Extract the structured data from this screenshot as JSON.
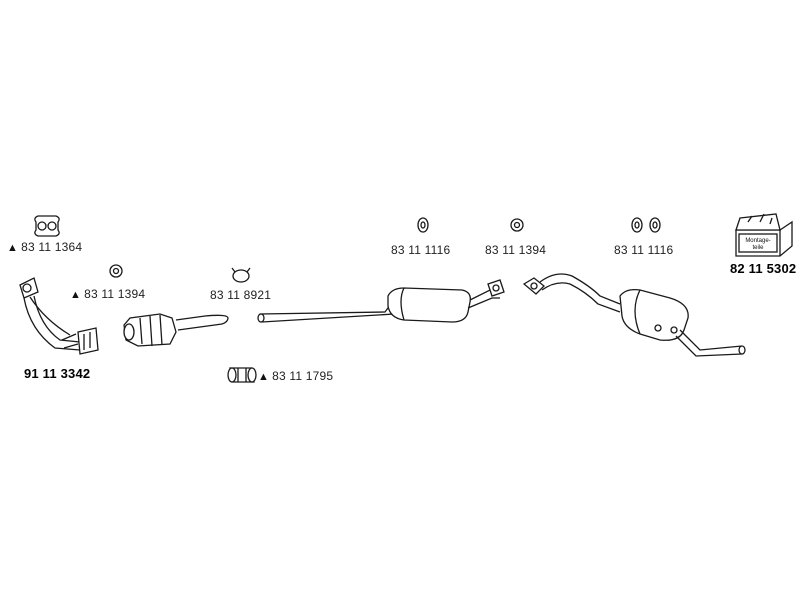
{
  "parts": {
    "gasket_manifold": {
      "code": "83 11 1364",
      "warning": "▲"
    },
    "downpipe": {
      "code": "91 11 3342"
    },
    "ring_front": {
      "code": "83 11 1394",
      "warning": "▲"
    },
    "clamp_band": {
      "code": "83 11 8921"
    },
    "connector_sleeve": {
      "code": "83 11 1795",
      "warning": "▲"
    },
    "ring_middle": {
      "code": "83 11 1116"
    },
    "ring_rear": {
      "code": "83 11 1394"
    },
    "rings_end": {
      "code": "83 11 1116"
    },
    "mounting_kit": {
      "code": "82 11 5302",
      "box_text_1": "Montage-",
      "box_text_2": "teile"
    }
  },
  "colors": {
    "line": "#1a1a1a",
    "background": "#ffffff"
  }
}
